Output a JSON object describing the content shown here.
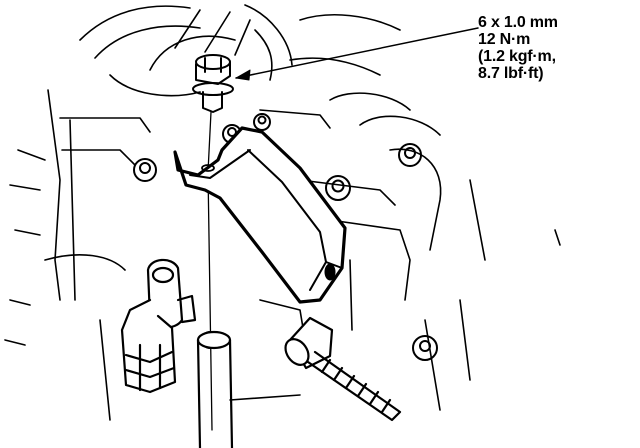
{
  "callout": {
    "bolt_size": "6 x 1.0 mm",
    "torque_nm": "12 N·m",
    "torque_kgfm": "(1.2 kgf·m,",
    "torque_lbfft": "8.7 lbf·ft)"
  }
}
